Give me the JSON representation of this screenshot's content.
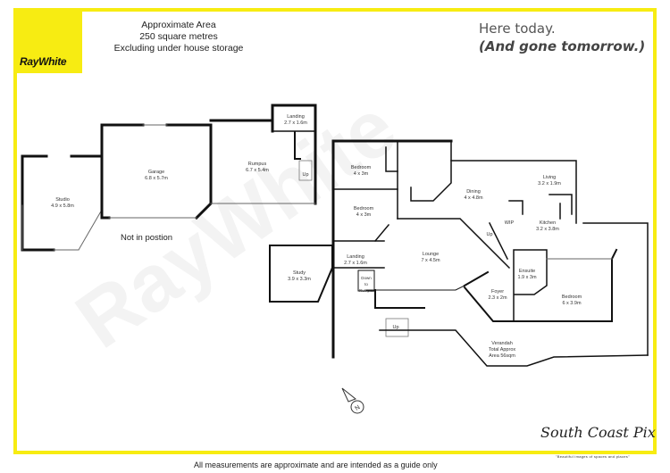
{
  "header": {
    "logo": "RayWhite",
    "area_info": [
      "Approximate Area",
      "250 square metres",
      "Excluding under house storage"
    ],
    "tagline_line1": "Here today.",
    "tagline_line2": "(And gone tomorrow.)"
  },
  "notes": {
    "not_in_position": "Not in postion",
    "disclaimer": "All measurements are approximate and are intended as a guide only"
  },
  "rooms": {
    "studio": {
      "name": "Studio",
      "size": "4.9 x 5.8m"
    },
    "garage": {
      "name": "Garage",
      "size": "6.8 x 5.7m"
    },
    "rumpus": {
      "name": "Rumpus",
      "size": "6.7 x 5.4m"
    },
    "landing_lower": {
      "name": "Landing",
      "size": "2.7 x 1.6m"
    },
    "bedroom1": {
      "name": "Bedroom",
      "size": "4 x 3m"
    },
    "bedroom2": {
      "name": "Bedroom",
      "size": "4 x 3m"
    },
    "dining": {
      "name": "Dining",
      "size": "4 x 4.8m"
    },
    "living": {
      "name": "Living",
      "size": "3.2 x 1.9m"
    },
    "kitchen": {
      "name": "Kitchen",
      "size": "3.2 x 3.8m"
    },
    "wip": {
      "name": "WIP"
    },
    "lounge": {
      "name": "Lounge",
      "size": "7 x 4.5m"
    },
    "study": {
      "name": "Study",
      "size": "3.9 x 3.3m"
    },
    "landing_upper": {
      "name": "Landing",
      "size": "2.7 x 1.6m"
    },
    "down_to_rumpus": {
      "name": "Down to Rumpus"
    },
    "ensuite": {
      "name": "Ensuite",
      "size": "1.9 x 3m"
    },
    "foyer": {
      "name": "Foyer",
      "size": "2.3 x 2m"
    },
    "bedroom_main": {
      "name": "Bedroom",
      "size": "6 x 3.9m"
    },
    "verandah": {
      "name": "Verandah",
      "line2": "Total Approx",
      "line3": "Area 56sqm"
    }
  },
  "stairs": {
    "label": "Up"
  },
  "compass": {
    "label": "N"
  },
  "brand": {
    "signature": "South Coast Pix",
    "subtitle": "\"Beautiful images of spaces and places\""
  },
  "colors": {
    "frame": "#f7ec12",
    "walls": "#111111"
  }
}
